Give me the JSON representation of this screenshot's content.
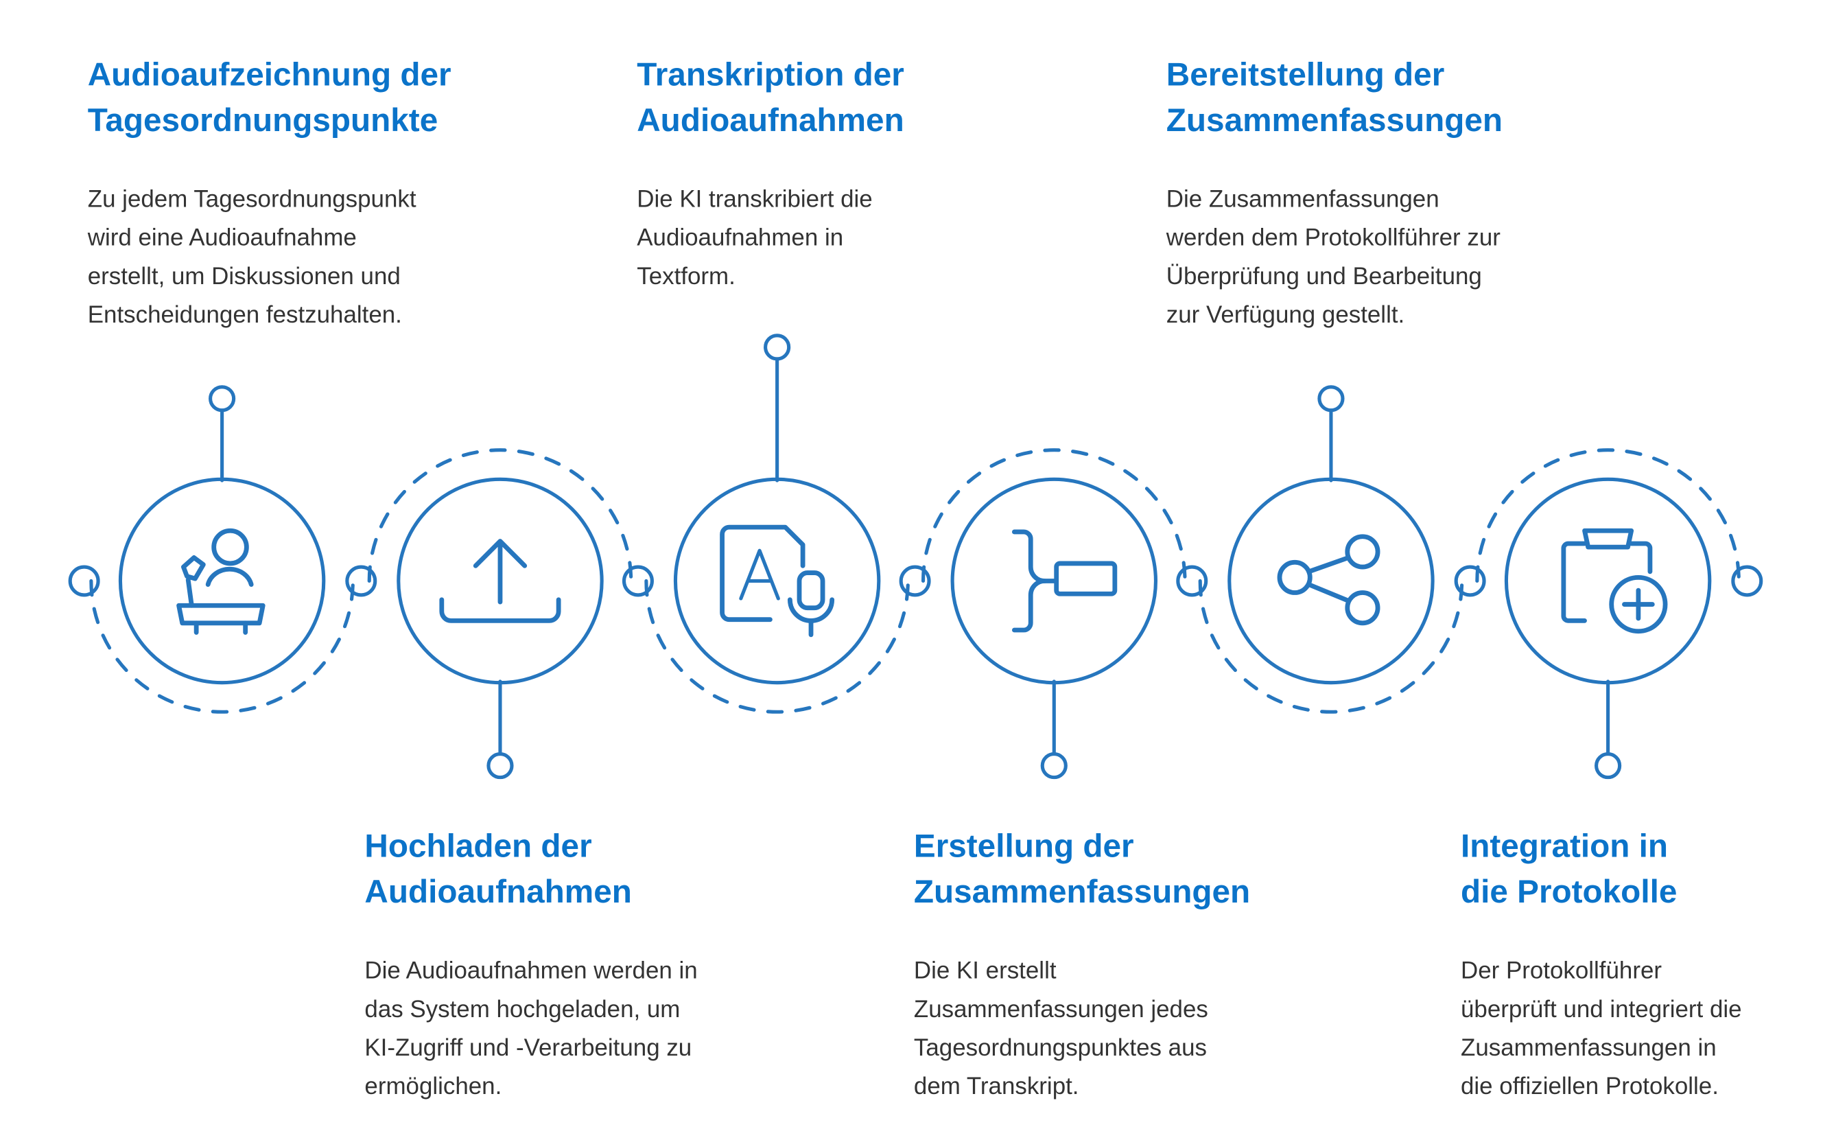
{
  "accent_color": "#2676be",
  "title_color": "#0b73c9",
  "steps": [
    {
      "icon": "speaker-at-podium-icon",
      "title_1": "Audioaufzeichnung der",
      "title_2": "Tagesordnungspunkte",
      "lines": [
        "Zu jedem Tagesordnungspunkt",
        "wird eine Audioaufnahme",
        "erstellt, um Diskussionen und",
        "Entscheidungen festzuhalten."
      ]
    },
    {
      "icon": "upload-icon",
      "title_1": "Hochladen der",
      "title_2": "Audioaufnahmen",
      "lines": [
        "Die Audioaufnahmen werden in",
        "das System hochgeladen, um",
        "KI-Zugriff und -Verarbeitung zu",
        "ermöglichen."
      ]
    },
    {
      "icon": "speech-to-text-icon",
      "title_1": "Transkription der",
      "title_2": "Audioaufnahmen",
      "lines": [
        "Die KI transkribiert die",
        "Audioaufnahmen in",
        "Textform."
      ]
    },
    {
      "icon": "summarize-bracket-icon",
      "title_1": "Erstellung der",
      "title_2": "Zusammenfassungen",
      "lines": [
        "Die KI erstellt",
        "Zusammenfassungen jedes",
        "Tagesordnungspunktes aus",
        "dem Transkript."
      ]
    },
    {
      "icon": "share-icon",
      "title_1": "Bereitstellung der",
      "title_2": "Zusammenfassungen",
      "lines": [
        "Die Zusammenfassungen",
        "werden dem Protokollführer zur",
        "Überprüfung und Bearbeitung",
        "zur Verfügung gestellt."
      ]
    },
    {
      "icon": "clipboard-add-icon",
      "title_1": "Integration in",
      "title_2": "die Protokolle",
      "lines": [
        "Der Protokollführer",
        "überprüft und integriert die",
        "Zusammenfassungen in",
        "die offiziellen Protokolle."
      ]
    }
  ]
}
